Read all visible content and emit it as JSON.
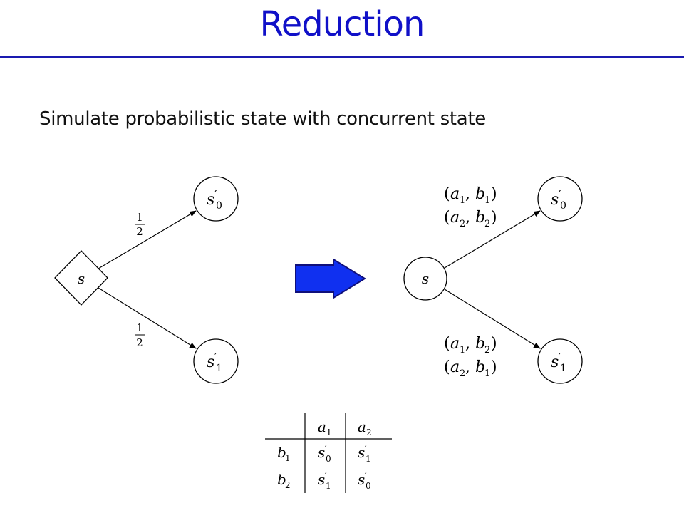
{
  "slide": {
    "title": "Reduction",
    "subtitle": "Simulate probabilistic state with concurrent state"
  },
  "left_graph": {
    "center": "s",
    "top": "s′0",
    "bottom": "s′1",
    "top_edge_label": "1/2",
    "bottom_edge_label": "1/2"
  },
  "right_graph": {
    "center": "s",
    "top": "s′0",
    "bottom": "s′1",
    "top_edge_labels": [
      "(a1, b1)",
      "(a2, b2)"
    ],
    "bottom_edge_labels": [
      "(a1, b2)",
      "(a2, b1)"
    ]
  },
  "arrow_color": "#1030f0",
  "title_color": "#1010c8",
  "table": {
    "col_headers": [
      "a1",
      "a2"
    ],
    "rows": [
      {
        "label": "b1",
        "cells": [
          "s′0",
          "s′1"
        ]
      },
      {
        "label": "b2",
        "cells": [
          "s′1",
          "s′0"
        ]
      }
    ]
  }
}
